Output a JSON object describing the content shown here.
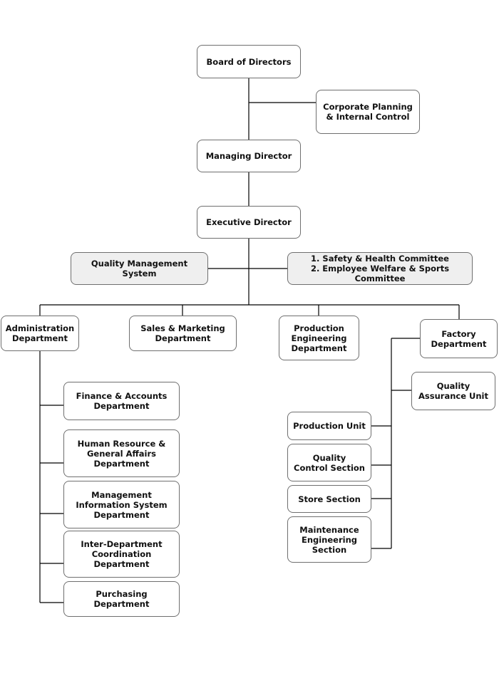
{
  "nodes": {
    "board": "Board of Directors",
    "corporate_planning": "Corporate Planning\n& Internal Control",
    "managing_director": "Managing Director",
    "executive_director": "Executive Director",
    "qms": "Quality Management System",
    "committees": "1. Safety & Health Committee\n2. Employee Welfare & Sports Committee",
    "administration": "Administration\nDepartment",
    "sales_marketing": "Sales & Marketing\nDepartment",
    "production_engineering": "Production\nEngineering\nDepartment",
    "factory": "Factory\nDepartment",
    "finance": "Finance & Accounts\nDepartment",
    "hr": "Human Resource &\nGeneral Affairs\nDepartment",
    "mis": "Management\nInformation System\nDepartment",
    "inter_department": "Inter-Department\nCoordination\nDepartment",
    "purchasing": "Purchasing\nDepartment",
    "quality_assurance": "Quality\nAssurance Unit",
    "production_unit": "Production Unit",
    "quality_control": "Quality\nControl Section",
    "store": "Store Section",
    "maintenance": "Maintenance\nEngineering\nSection"
  },
  "colors": {
    "line": "#000000",
    "border": "#6f6f6f",
    "shaded_fill": "#efefef"
  }
}
